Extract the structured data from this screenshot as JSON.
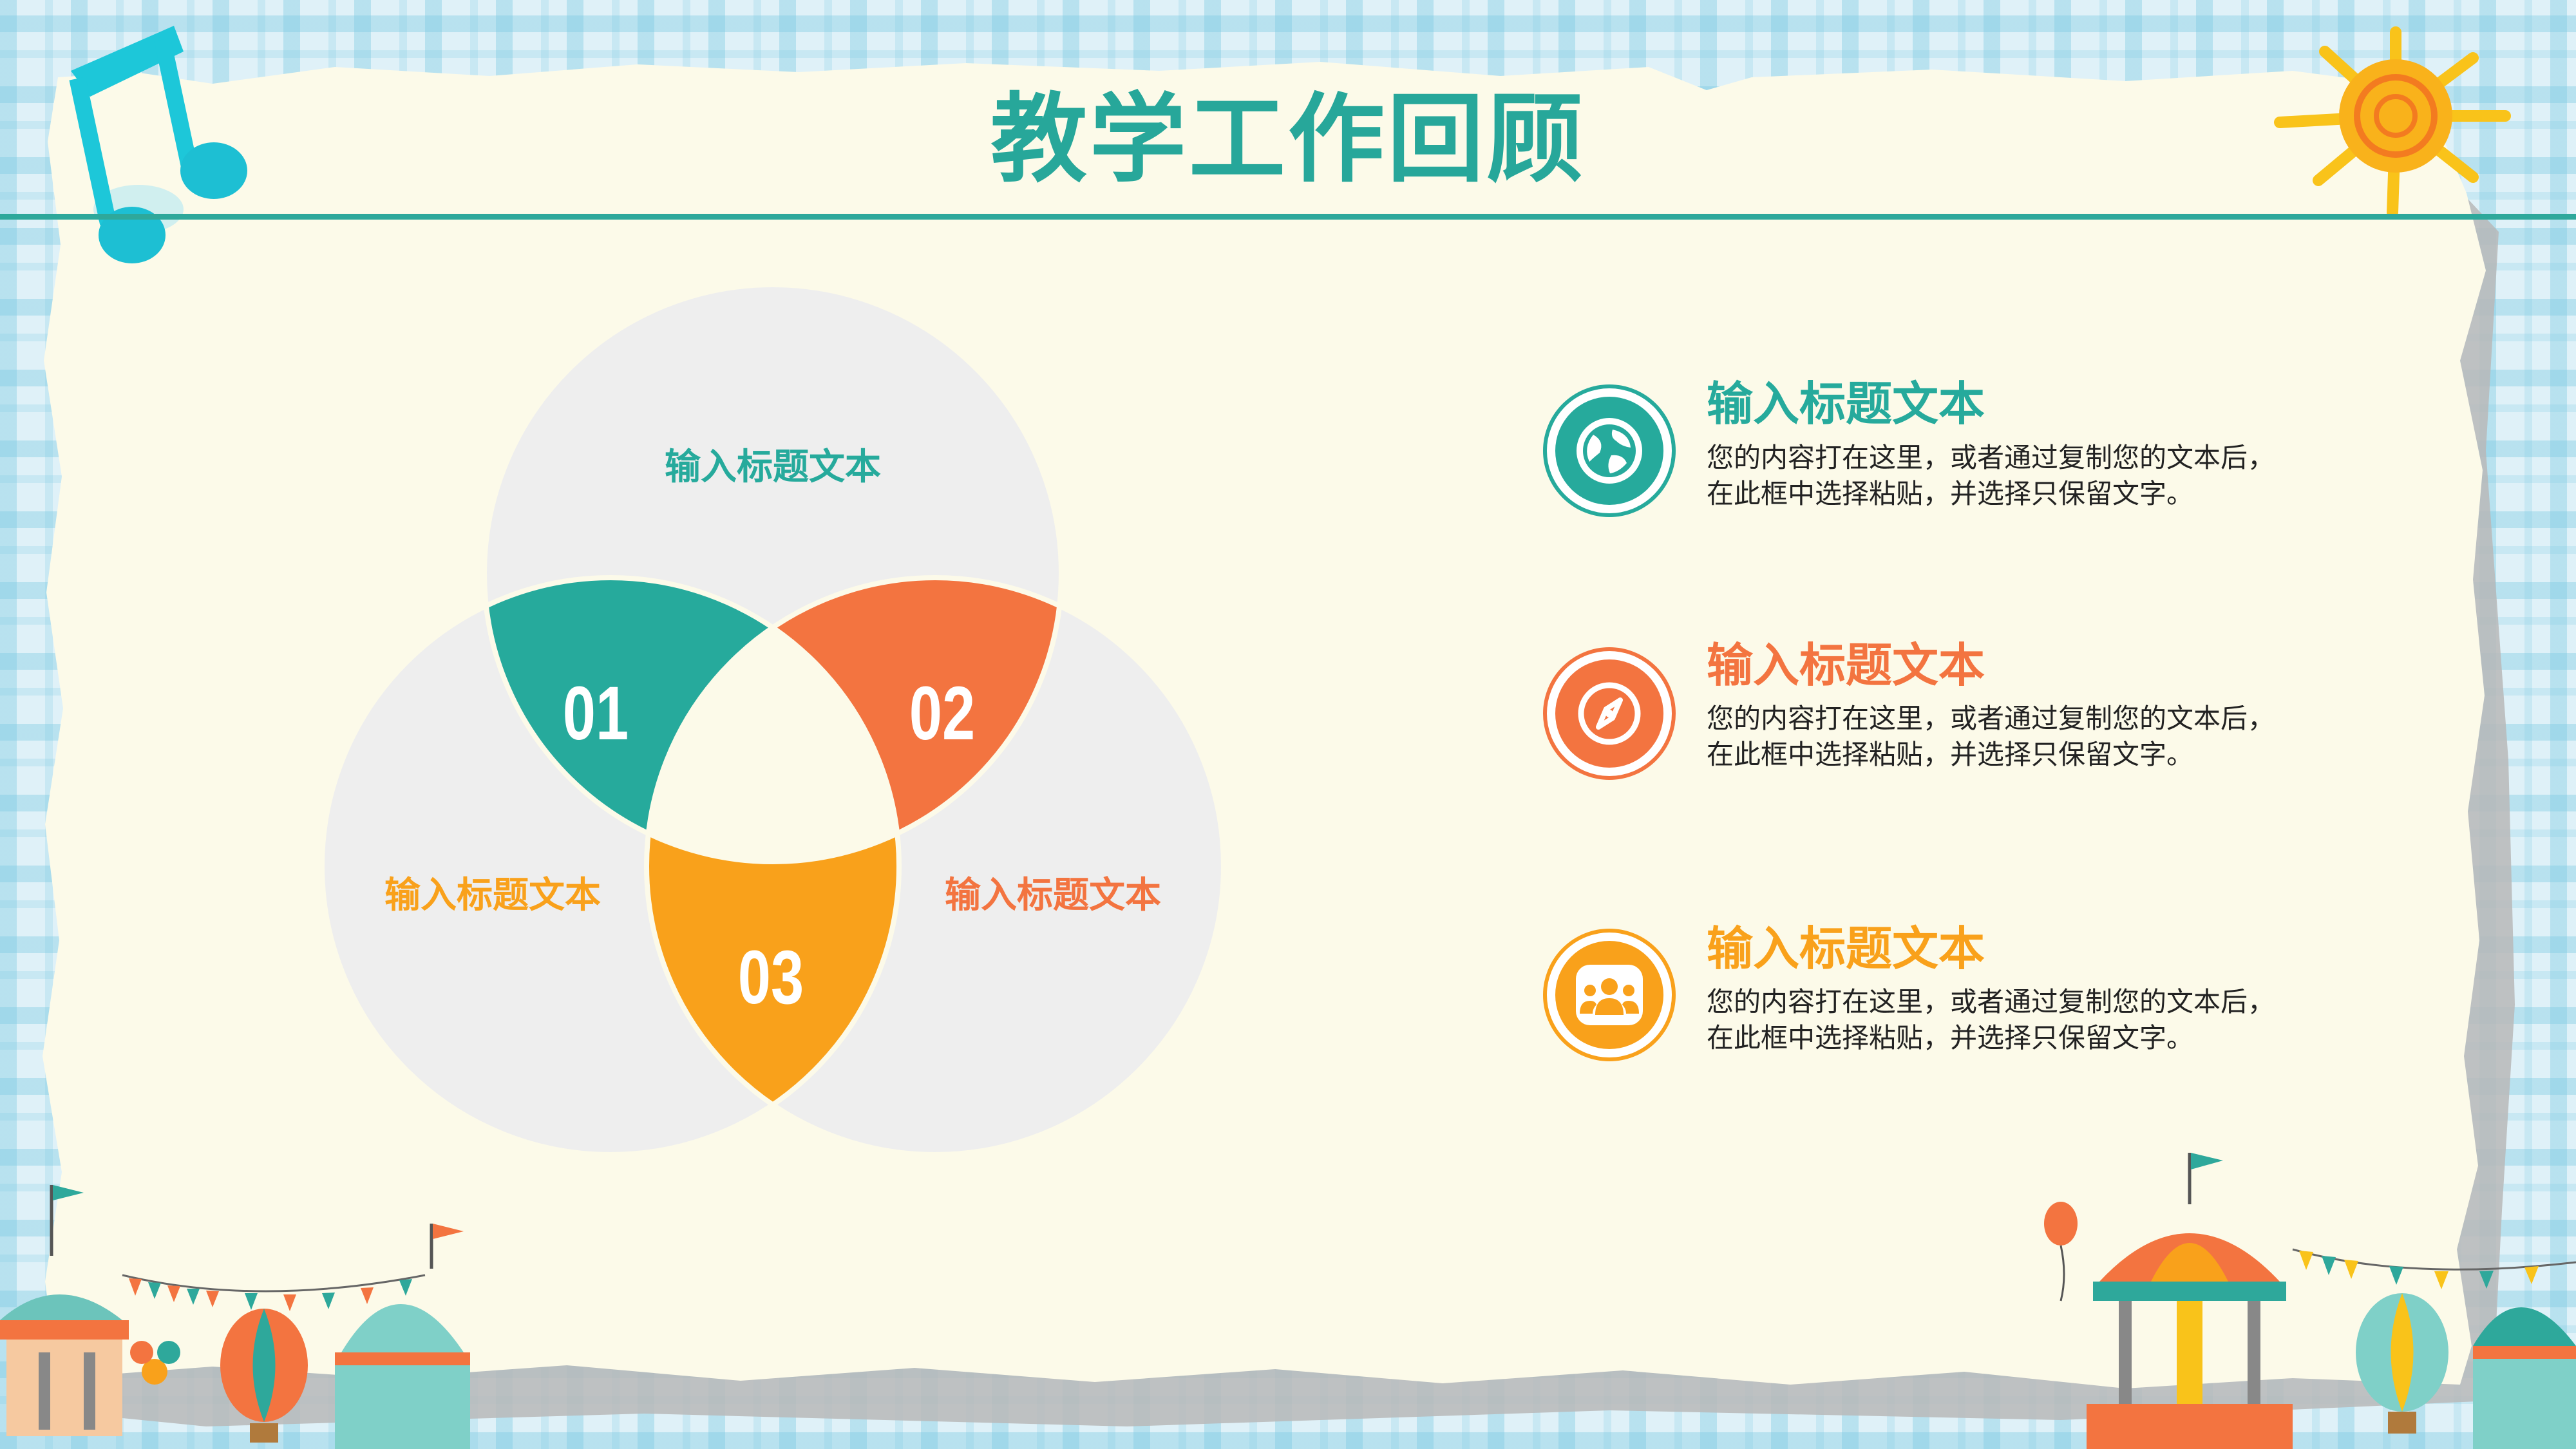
{
  "colors": {
    "teal": "#26aa9c",
    "orange": "#f37440",
    "amber": "#f9a11b",
    "paper": "#fcfae9",
    "circle_gray": "#eeeeee"
  },
  "header": {
    "title": "教学工作回顾"
  },
  "venn": {
    "segments": [
      {
        "number": "01",
        "label": "输入标题文本"
      },
      {
        "number": "02",
        "label": "输入标题文本"
      },
      {
        "number": "03",
        "label": "输入标题文本"
      }
    ]
  },
  "items": [
    {
      "title": "输入标题文本",
      "desc_line1": "您的内容打在这里，或者通过复制您的文本后，",
      "desc_line2": "在此框中选择粘贴，并选择只保留文字。",
      "icon": "globe-icon"
    },
    {
      "title": "输入标题文本",
      "desc_line1": "您的内容打在这里，或者通过复制您的文本后，",
      "desc_line2": "在此框中选择粘贴，并选择只保留文字。",
      "icon": "compass-icon"
    },
    {
      "title": "输入标题文本",
      "desc_line1": "您的内容打在这里，或者通过复制您的文本后，",
      "desc_line2": "在此框中选择粘贴，并选择只保留文字。",
      "icon": "group-icon"
    }
  ]
}
